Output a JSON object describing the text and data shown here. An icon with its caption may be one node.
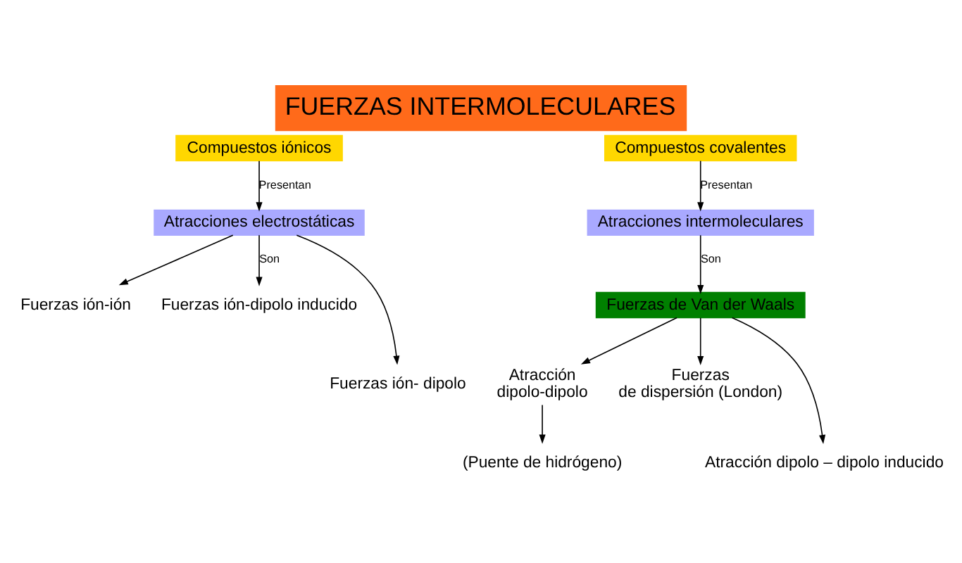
{
  "diagram": {
    "title": "FUERZAS INTERMOLECULARES",
    "nodes": [
      {
        "text": [
          "Compuestos iónicos"
        ]
      },
      {
        "text": [
          "Compuestos covalentes"
        ]
      },
      {
        "text": [
          "Atracciones electrostáticas"
        ]
      },
      {
        "text": [
          "Atracciones intermoleculares"
        ]
      },
      {
        "text": [
          "Fuerzas de Van der Waals"
        ]
      },
      {
        "text": [
          "Fuerzas ión-ión"
        ]
      },
      {
        "text": [
          "Fuerzas ión-dipolo inducido"
        ]
      },
      {
        "text": [
          "Fuerzas ión- dipolo"
        ]
      },
      {
        "text": [
          "Atracción dipolo-dipolo"
        ]
      },
      {
        "text": [
          "Fuerzas de dispersión (London)"
        ]
      },
      {
        "text": [
          "Atracción dipolo – dipolo inducido"
        ]
      },
      {
        "text": [
          "(Puente de hidrógeno)"
        ]
      }
    ],
    "edges": [
      {
        "from": 0,
        "to": 2,
        "arrow": "to",
        "label": "Presentan"
      },
      {
        "from": 1,
        "to": 3,
        "arrow": "to",
        "label": "Presentan"
      },
      {
        "from": 2,
        "to": 5,
        "arrow": "to"
      },
      {
        "from": 2,
        "to": 7,
        "arrow": "to"
      },
      {
        "from": 2,
        "to": 6,
        "arrow": "to",
        "label": "Son"
      },
      {
        "from": 3,
        "to": 4,
        "arrow": "to",
        "label": "Son"
      },
      {
        "from": 4,
        "to": 8,
        "arrow": "to"
      },
      {
        "from": 4,
        "to": 10,
        "arrow": "to"
      },
      {
        "from": 4,
        "to": 9,
        "arrow": "to"
      },
      {
        "from": 8,
        "to": 11,
        "arrow": "to"
      }
    ]
  }
}
